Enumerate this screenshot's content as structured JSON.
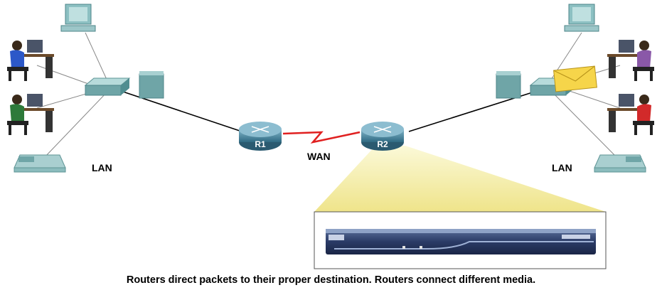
{
  "labels": {
    "lan_left": "LAN",
    "lan_right": "LAN",
    "wan": "WAN",
    "router1": "R1",
    "router2": "R2"
  },
  "caption": "Routers direct packets to their proper destination. Routers connect different media.",
  "colors": {
    "wan_link": "#e02020",
    "router_body": "#3d7f9a",
    "highlight_cone": "#f4f0a8",
    "envelope": "#f6d54a",
    "device_teal": "#5fa7a9"
  },
  "icons": [
    "desktop-computer-icon",
    "workstation-user-icon",
    "ip-phone-icon",
    "switch-icon",
    "server-icon",
    "router-icon",
    "email-envelope-icon",
    "rackmount-router-icon"
  ]
}
